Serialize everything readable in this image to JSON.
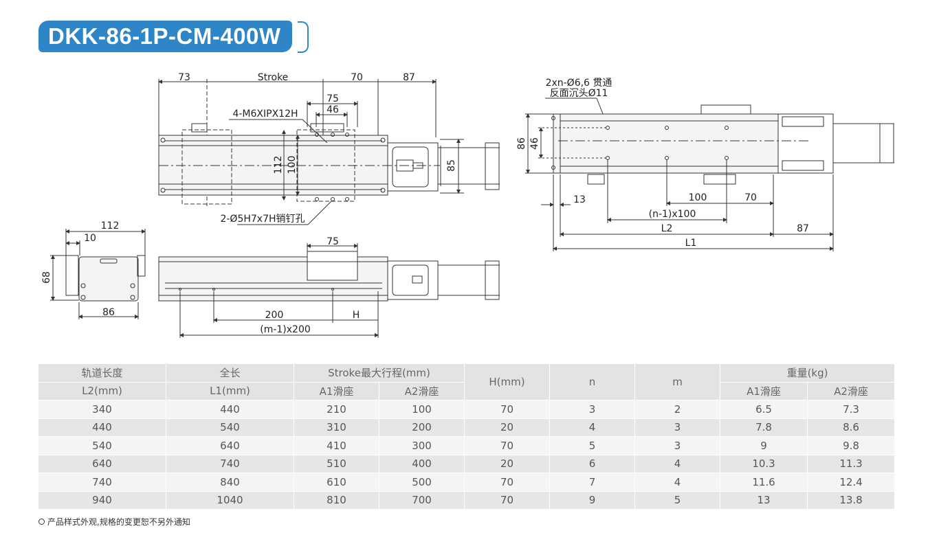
{
  "title": "DKK-86-1P-CM-400W",
  "top_view": {
    "dim_73": "73",
    "dim_stroke": "Stroke",
    "dim_70": "70",
    "dim_87": "87",
    "dim_75": "75",
    "dim_46": "46",
    "label_m6": "4-M6XIPX12H",
    "dim_112": "112",
    "dim_100": "100",
    "dim_85": "85",
    "label_pin": "2-Ø5H7x7H销钉孔"
  },
  "end_view": {
    "dim_112": "112",
    "dim_10": "10",
    "dim_68": "68",
    "dim_86": "86"
  },
  "side_view": {
    "dim_75": "75",
    "dim_200": "200",
    "dim_H": "H",
    "dim_m1x200": "(m-1)x200"
  },
  "bottom_view": {
    "label_holes_1": "2xn-Ø6,6 贯通",
    "label_holes_2": "反面沉头Ø11",
    "dim_86": "86",
    "dim_46": "46",
    "dim_13": "13",
    "dim_100": "100",
    "dim_70": "70",
    "dim_n1x100": "(n-1)x100",
    "dim_L2": "L2",
    "dim_87": "87",
    "dim_L1": "L1"
  },
  "table": {
    "header": {
      "rail_length_1": "轨道长度",
      "rail_length_2": "L2(mm)",
      "total_length_1": "全长",
      "total_length_2": "L1(mm)",
      "stroke": "Stroke最大行程(mm)",
      "stroke_a1": "A1滑座",
      "stroke_a2": "A2滑座",
      "h": "H(mm)",
      "n": "n",
      "m": "m",
      "weight": "重量(kg)",
      "weight_a1": "A1滑座",
      "weight_a2": "A2滑座"
    },
    "rows": [
      [
        "340",
        "440",
        "210",
        "100",
        "70",
        "3",
        "2",
        "6.5",
        "7.3"
      ],
      [
        "440",
        "540",
        "310",
        "200",
        "20",
        "4",
        "3",
        "7.8",
        "8.6"
      ],
      [
        "540",
        "640",
        "410",
        "300",
        "70",
        "5",
        "3",
        "9",
        "9.8"
      ],
      [
        "640",
        "740",
        "510",
        "400",
        "20",
        "6",
        "4",
        "10.3",
        "11.3"
      ],
      [
        "740",
        "840",
        "610",
        "500",
        "70",
        "7",
        "4",
        "11.6",
        "12.4"
      ],
      [
        "940",
        "1040",
        "810",
        "700",
        "70",
        "9",
        "5",
        "13",
        "13.8"
      ]
    ]
  },
  "footnote": "产品样式外观,规格的变更恕不另外通知",
  "colors": {
    "accent": "#2f86c6",
    "line": "#333333",
    "fill": "#f2f2f2"
  }
}
